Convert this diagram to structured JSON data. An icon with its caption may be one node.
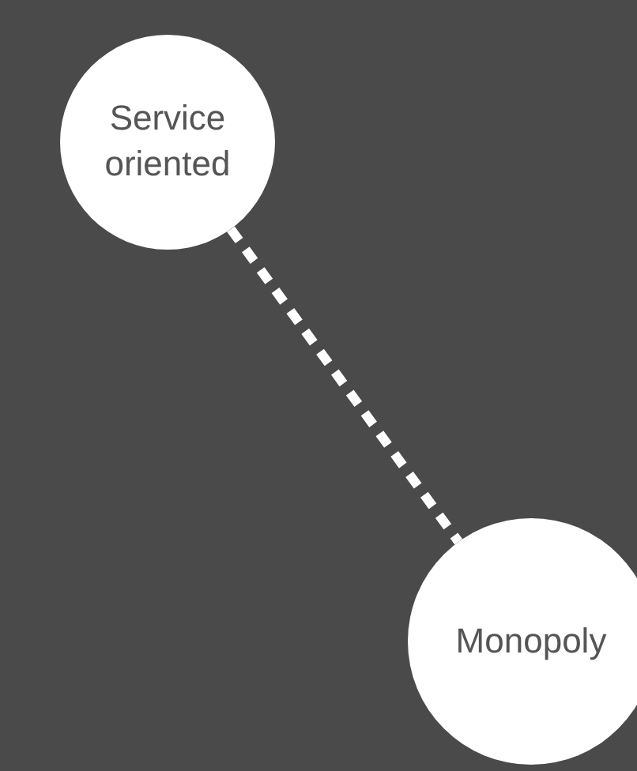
{
  "diagram": {
    "nodes": [
      {
        "text": [
          "Service oriented"
        ]
      },
      {
        "text": [
          "Monopoly"
        ]
      }
    ],
    "edges": [
      {
        "from": 0,
        "to": 1,
        "arrow": "none",
        "style": "dashed"
      }
    ]
  }
}
